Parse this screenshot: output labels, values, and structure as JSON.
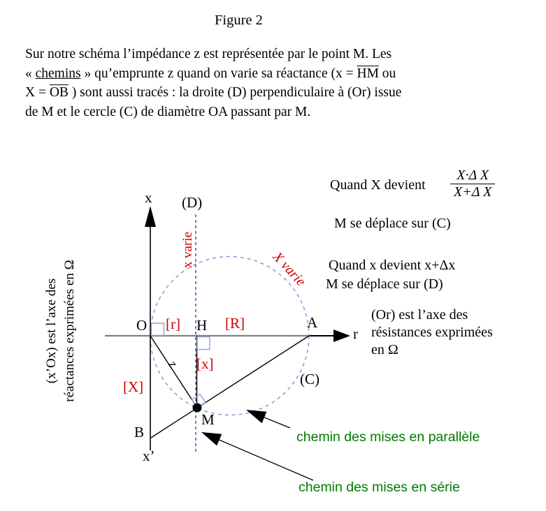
{
  "title": "Figure 2",
  "colors": {
    "red_labels": "#cc0000",
    "green_labels": "#007b00",
    "dashed_line_D": "#5552bf",
    "dashed_circle_C": "#7a96d4",
    "right_angle_marks": "#8ba3cf",
    "axis_gray": "#808080"
  },
  "paragraph": {
    "line1": "Sur notre schéma l’impédance z est représentée par le point M. Les",
    "line2_pre": "« ",
    "line2_underline": "chemins",
    "line2_mid": " » qu’emprunte z quand on varie sa réactance (x = ",
    "line2_overline": "HM",
    "line2_post": " ou",
    "line3_pre": "X = ",
    "line3_overline": "OB",
    "line3_post": " ) sont aussi tracés : la droite (D) perpendiculaire à (Or) issue",
    "line4": "de M et le cercle (C) de diamètre OA passant par M."
  },
  "right_column": {
    "quand_X": "Quand X devient",
    "fraction": {
      "numerator": "X·Δ X",
      "denominator": "X+Δ X"
    },
    "deplace_C": "M se déplace sur (C)",
    "quand_x": "Quand x devient x+Δx",
    "deplace_D": "M se déplace sur (D)",
    "or_axis_line1": "(Or) est l’axe des",
    "or_axis_line2": "résistances exprimées",
    "or_axis_line3": "en Ω"
  },
  "left_note": {
    "line1": "(x’Ox) est l’axe des",
    "line2": "réactances exprimées en Ω"
  },
  "diagram": {
    "axis_labels": {
      "x": "x",
      "x_prime": "x’",
      "r": "r"
    },
    "points": {
      "O": "O",
      "H": "H",
      "A": "A",
      "B": "B",
      "M": "M"
    },
    "curve_labels": {
      "D": "(D)",
      "C": "(C)"
    },
    "red_labels": {
      "r_seg": "[r]",
      "R_seg": "[R]",
      "x_seg": "[x]",
      "X_seg": "[X]",
      "x_varie": "x varie",
      "X_varie": "X varie",
      "z": "z"
    },
    "green_labels": {
      "parallel": "chemin des mises en parallèle",
      "serie": "chemin des mises en série"
    }
  }
}
